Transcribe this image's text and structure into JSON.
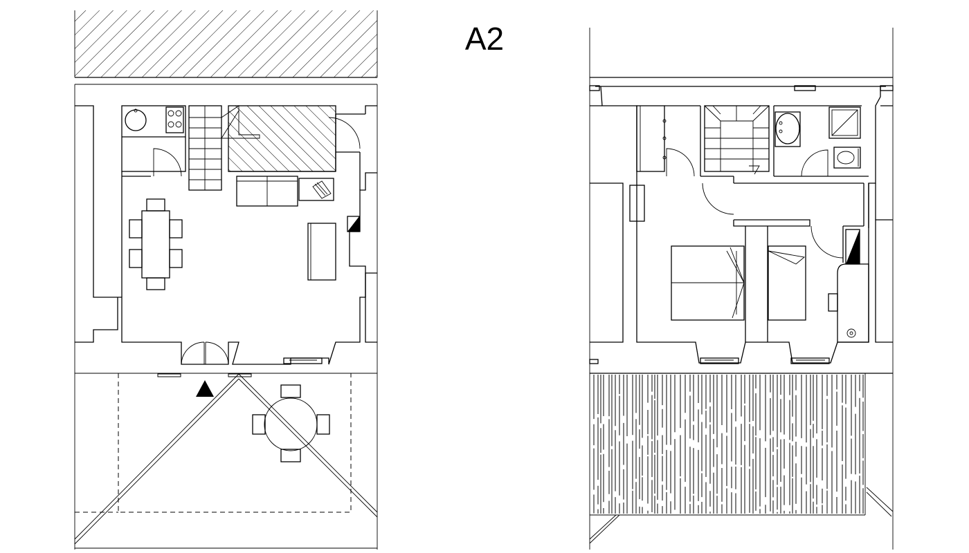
{
  "sheet": {
    "label": "A2"
  },
  "colors": {
    "line": "#000000",
    "background": "#ffffff"
  },
  "plans": [
    {
      "id": "ground-floor",
      "icons": [
        "stair-icon",
        "sofa-icon",
        "dining-table-icon",
        "round-table-icon",
        "entrance-arrow-icon",
        "sink-icon",
        "hob-icon"
      ]
    },
    {
      "id": "first-floor",
      "icons": [
        "stair-icon",
        "double-bed-icon",
        "single-bed-icon",
        "shower-icon",
        "toilet-icon",
        "washbasin-icon",
        "bath-icon",
        "wardrobe-icon"
      ]
    }
  ]
}
